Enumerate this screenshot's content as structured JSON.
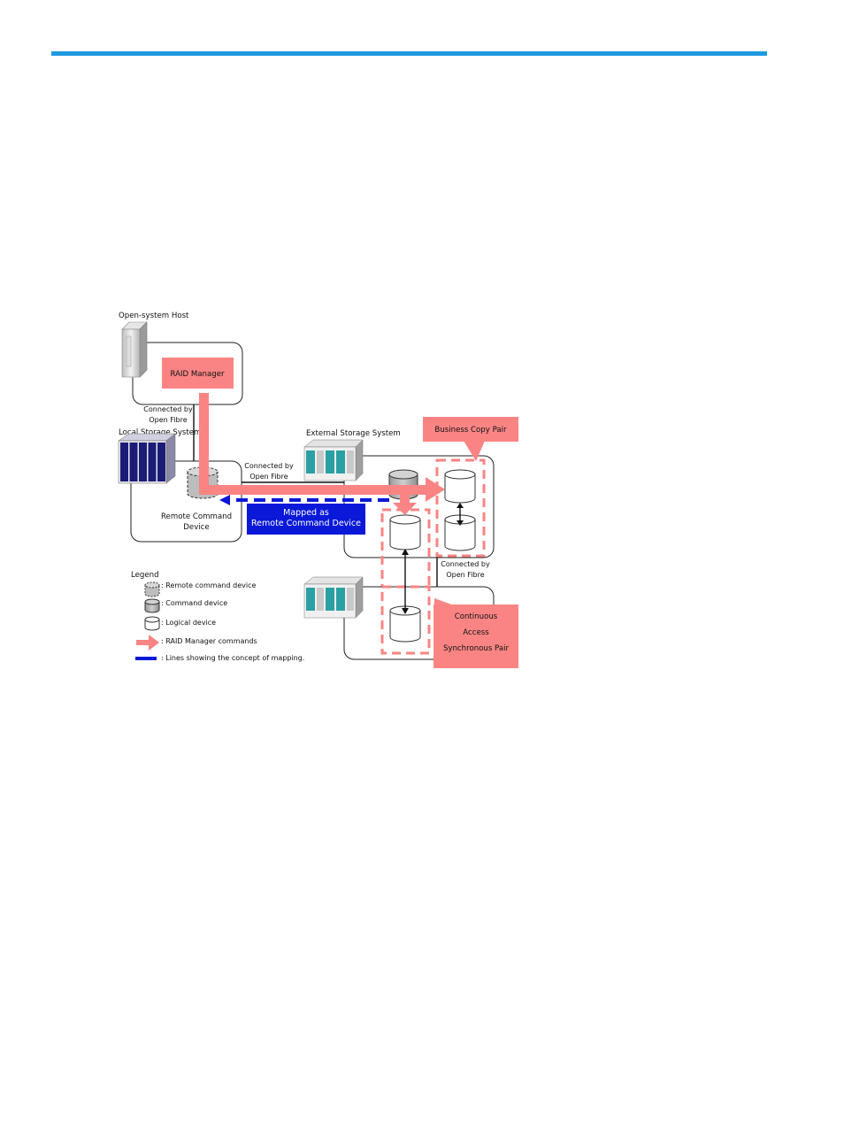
{
  "diagram": {
    "open_host_title": "Open-system Host",
    "raid_manager": "RAID Manager",
    "conn_host_1": "Connected by",
    "conn_host_2": "Open Fibre",
    "local_storage_title": "Local Storage System",
    "conn_ext_1": "Connected by",
    "conn_ext_2": "Open Fibre",
    "external_storage_title": "External Storage System",
    "business_copy": "Business Copy Pair",
    "remote_cmd_1": "Remote Command",
    "remote_cmd_2": "Device",
    "mapped_1": "Mapped as",
    "mapped_2": "Remote Command Device",
    "conn_remote_1": "Connected by",
    "conn_remote_2": "Open Fibre",
    "ca_1": "Continuous",
    "ca_2": "Access",
    "ca_3": "Synchronous Pair",
    "legend_title": "Legend",
    "legend_remote_cmd": ": Remote command device",
    "legend_cmd": ": Command device",
    "legend_logical": ": Logical device",
    "legend_raid": ": RAID Manager commands",
    "legend_mapping": ": Lines showing the concept of mapping."
  },
  "colors": {
    "accent_rule": "#1e9be0",
    "raid_pink": "#fa8484",
    "mapping_blue": "#0a18d8",
    "cabinet_navy": "#1c1c78",
    "cabinet_teal": "#2aa0a4"
  }
}
